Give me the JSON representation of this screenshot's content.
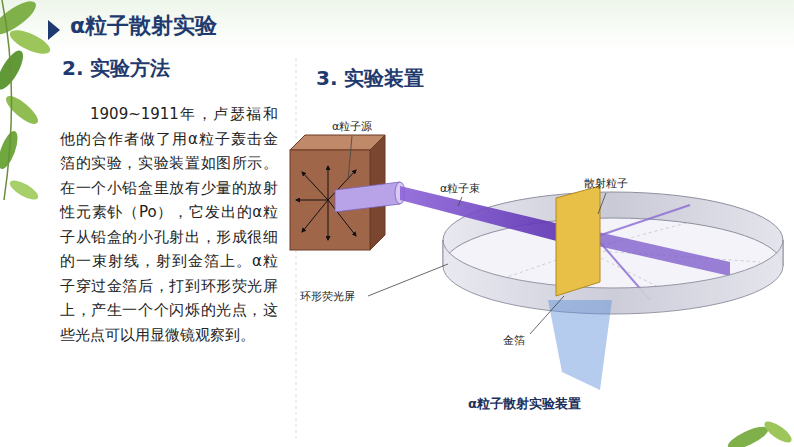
{
  "diagram": {
    "title": "α粒子散射实验",
    "caption": "α粒子散射实验装置",
    "labels": [
      "2. 实验方法",
      "1909~1911年，卢瑟福和他的合作者做了用α粒子轰击金箔的实验，实验装置如图所示。在一个小铅盒里放有少量的放射性元素钋（Po），它发出的α粒子从铅盒的小孔射出，形成很细的一束射线，射到金箔上。α粒子穿过金箔后，打到环形荧光屏上，产生一个个闪烁的光点，这些光点可以用显微镜观察到。",
      "3. 实验装置",
      "α粒子源",
      "α粒子束",
      "散射粒子",
      "环形荧光屏",
      "金箔"
    ]
  }
}
